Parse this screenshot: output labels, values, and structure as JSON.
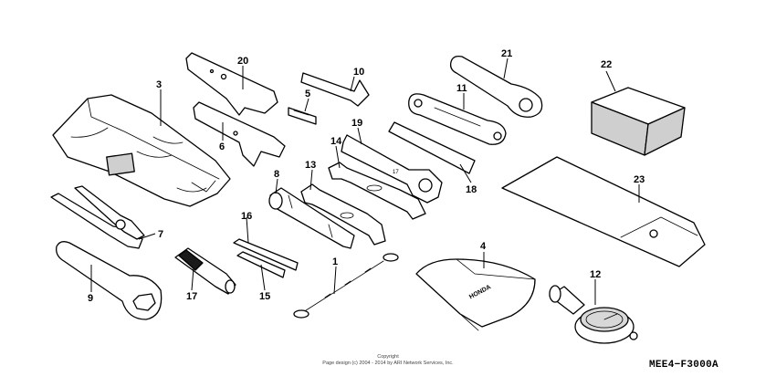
{
  "callouts": {
    "c1": "1",
    "c2": "3",
    "c3": "4",
    "c4": "5",
    "c5": "6",
    "c6": "7",
    "c7": "8",
    "c8": "9",
    "c9": "10",
    "c10": "11",
    "c11": "12",
    "c12": "13",
    "c13": "14",
    "c14": "15",
    "c15": "16",
    "c16": "17",
    "c17": "18",
    "c18": "19",
    "c19": "20",
    "c20": "21",
    "c21": "22",
    "c22": "23"
  },
  "copyright": {
    "line1": "Copyright",
    "line2": "Page design (c) 2004 - 2014 by ARI Network Services, Inc."
  },
  "figure_code": "MEE4−F3000A",
  "stamped_text": {
    "bag_logo": "HONDA",
    "wrench_marks": "17"
  }
}
